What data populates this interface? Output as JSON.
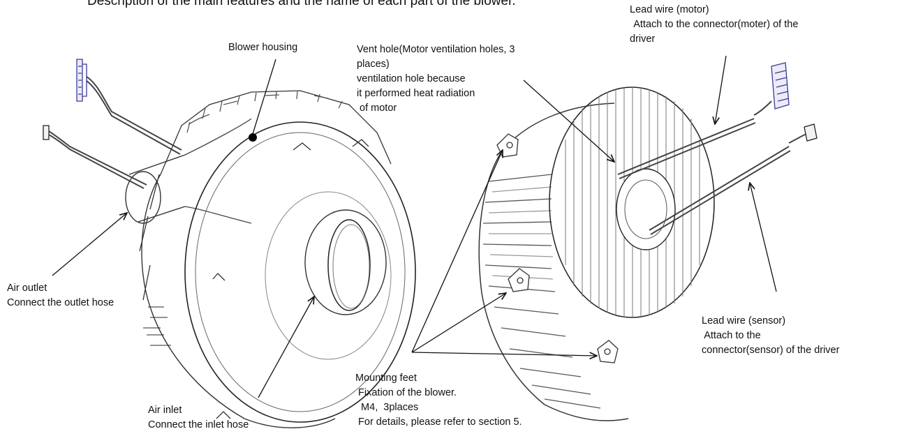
{
  "title": "Description of the main features and the name of each part of the blower.",
  "labels": {
    "blower_housing": [
      "Blower housing"
    ],
    "vent_hole": [
      "Vent hole(Motor ventilation holes, 3",
      "places)",
      "ventilation hole because",
      "it performed heat radiation",
      " of motor"
    ],
    "lead_wire_motor": [
      "Lead wire (motor)",
      " Attach to the connector(moter) of the",
      "driver"
    ],
    "air_outlet": [
      "Air outlet",
      "Connect the outlet hose"
    ],
    "air_inlet": [
      "Air inlet",
      "Connect the inlet hose"
    ],
    "mounting_feet": [
      "Mounting feet",
      " Fixation of the blower.",
      "  M4,  3places",
      " For details, please refer to section 5."
    ],
    "lead_wire_sensor": [
      "Lead wire (sensor)",
      " Attach to the",
      "connector(sensor) of the driver"
    ]
  },
  "colors": {
    "line": "#111111",
    "connector": "#3a3a9a",
    "background": "#ffffff"
  }
}
